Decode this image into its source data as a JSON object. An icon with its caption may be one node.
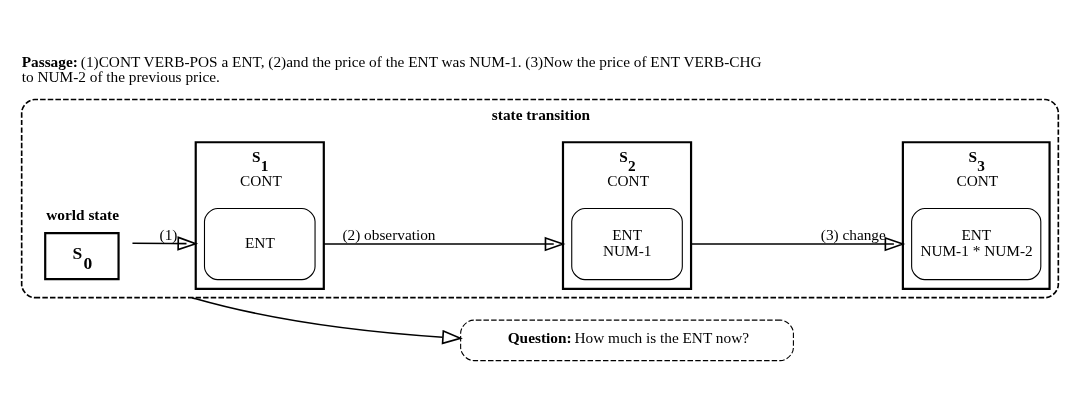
{
  "diagram": {
    "title": "**Passage:** (1)CONT VERB-POS a ENT, (2)and the price of the ENT was NUM-1. (3)Now the price of ENT VERB-CHG to NUM-2 of the previous price.",
    "nodes": [
      {
        "text": [
          "state transition"
        ]
      },
      {
        "text": [
          "world state",
          "S$_{0}$"
        ],
        "in": 0
      },
      {
        "text": [
          "S$_{1}$",
          "CONT"
        ],
        "in": 0
      },
      {
        "text": [
          "ENT"
        ],
        "in": 2
      },
      {
        "text": [
          "S$_{2}$",
          "CONT"
        ],
        "in": 0
      },
      {
        "text": [
          "ENT",
          "NUM-1"
        ],
        "in": 4
      },
      {
        "text": [
          "S$_{3}$",
          "CONT"
        ],
        "in": 0
      },
      {
        "text": [
          "ENT",
          "NUM-1 * NUM-2"
        ],
        "in": 6
      },
      {
        "text": [
          "**Question:** How much is the ENT now?"
        ]
      }
    ],
    "edges": [
      {
        "from": 1,
        "to": 2,
        "arrow": "to",
        "label": "(1)"
      },
      {
        "from": 2,
        "to": 4,
        "arrow": "to",
        "label": "(2) observation"
      },
      {
        "from": 4,
        "to": 6,
        "arrow": "to",
        "label": "(3) change"
      },
      {
        "from": 0,
        "to": 8,
        "arrow": "to"
      }
    ]
  }
}
